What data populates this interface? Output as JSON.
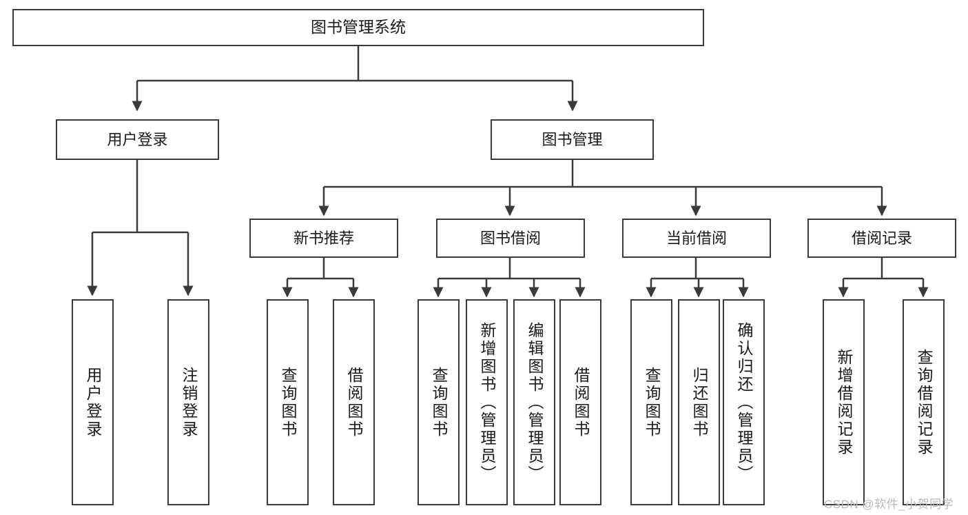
{
  "diagram": {
    "type": "tree-hierarchy-chart",
    "title": "图书管理系统",
    "line_color": "#3a3a3a",
    "box_fill": "#ffffff",
    "text_color": "#1a1a1a",
    "watermark_color": "#b9b9b9"
  },
  "nodes": {
    "root": {
      "label": "图书管理系统"
    },
    "level1": [
      {
        "id": "user-login",
        "label": "用户登录"
      },
      {
        "id": "book-management",
        "label": "图书管理"
      }
    ],
    "level2": [
      {
        "id": "new-book-recommend",
        "label": "新书推荐"
      },
      {
        "id": "book-borrow",
        "label": "图书借阅"
      },
      {
        "id": "current-borrow",
        "label": "当前借阅"
      },
      {
        "id": "borrow-record",
        "label": "借阅记录"
      }
    ],
    "leaves": [
      {
        "id": "leaf-user-login",
        "label": "用户登录"
      },
      {
        "id": "leaf-logout-login",
        "label": "注销登录"
      },
      {
        "id": "leaf-query-book-1",
        "label": "查询图书"
      },
      {
        "id": "leaf-borrow-book-1",
        "label": "借阅图书"
      },
      {
        "id": "leaf-query-book-2",
        "label": "查询图书"
      },
      {
        "id": "leaf-add-book-admin",
        "label": "新增图书（管理员）"
      },
      {
        "id": "leaf-edit-book-admin",
        "label": "编辑图书（管理员）"
      },
      {
        "id": "leaf-borrow-book-2",
        "label": "借阅图书"
      },
      {
        "id": "leaf-query-book-3",
        "label": "查询图书"
      },
      {
        "id": "leaf-return-book",
        "label": "归还图书"
      },
      {
        "id": "leaf-confirm-return-admin",
        "label": "确认归还（管理员）"
      },
      {
        "id": "leaf-add-borrow-record",
        "label": "新增借阅记录"
      },
      {
        "id": "leaf-query-borrow-record",
        "label": "查询借阅记录"
      }
    ]
  },
  "watermark": {
    "text": "CSDN @软件_小贺同学"
  }
}
